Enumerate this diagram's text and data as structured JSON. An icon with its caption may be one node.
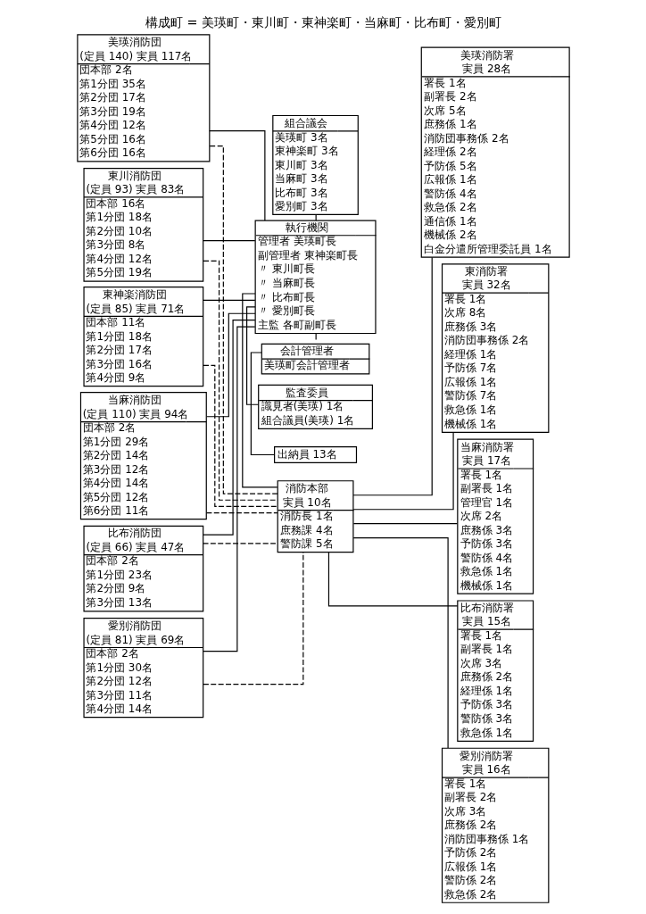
{
  "diagram": {
    "title": "構成町 = 美瑛町・東川町・東神楽町・当麻町・比布町・愛別町",
    "nodes": [
      {
        "text": [
          "組合議会",
          "美瑛町 3名",
          "東神楽町 3名",
          "東川町 3名",
          "当麻町 3名",
          "比布町 3名",
          "愛別町 3名"
        ]
      },
      {
        "text": [
          "執行機関",
          "管理者 美瑛町長",
          "副管理者 東神楽町長",
          "〃 東川町長",
          "〃 当麻町長",
          "〃 比布町長",
          "〃 愛別町長",
          "主監 各町副町長"
        ]
      },
      {
        "text": [
          "監査委員",
          "識見者(美瑛) 1名",
          "組合議員(美瑛) 1名"
        ]
      },
      {
        "text": [
          "会計管理者",
          "美瑛町会計管理者"
        ]
      },
      {
        "text": [
          "出納員 13名"
        ]
      },
      {
        "text": [
          "消防本部",
          "実員 10名",
          "消防長 1名",
          "庶務課 4名",
          "警防課 5名"
        ]
      },
      {
        "text": [
          "美瑛消防団",
          "(定員 140) 実員 117名",
          "団本部 2名",
          "第1分団 35名",
          "第2分団 17名",
          "第3分団 19名",
          "第4分団 12名",
          "第5分団 16名",
          "第6分団 16名"
        ]
      },
      {
        "text": [
          "東川消防団",
          "(定員 93) 実員 83名",
          "団本部 16名",
          "第1分団 18名",
          "第2分団 10名",
          "第3分団 8名",
          "第4分団 12名",
          "第5分団 19名"
        ]
      },
      {
        "text": [
          "東神楽消防団",
          "(定員 85) 実員 71名",
          "団本部 11名",
          "第1分団 18名",
          "第2分団 17名",
          "第3分団 16名",
          "第4分団 9名"
        ]
      },
      {
        "text": [
          "当麻消防団",
          "(定員 110) 実員 94名",
          "団本部 2名",
          "第1分団 29名",
          "第2分団 14名",
          "第3分団 12名",
          "第4分団 14名",
          "第5分団 12名",
          "第6分団 11名"
        ]
      },
      {
        "text": [
          "比布消防団",
          "(定員 66) 実員 47名",
          "団本部 2名",
          "第1分団 23名",
          "第2分団 9名",
          "第3分団 13名"
        ]
      },
      {
        "text": [
          "愛別消防団",
          "(定員 81) 実員 69名",
          "団本部 2名",
          "第1分団 30名",
          "第2分団 12名",
          "第3分団 11名",
          "第4分団 14名"
        ]
      },
      {
        "text": [
          "美瑛消防署",
          "実員 28名",
          "署長 1名",
          "副署長 2名",
          "次席 5名",
          "庶務係 1名",
          "消防団事務係 2名",
          "経理係 2名",
          "予防係 5名",
          "広報係 1名",
          "警防係 4名",
          "救急係 2名",
          "通信係 1名",
          "機械係 2名",
          "白金分遣所管理委託員 1名"
        ]
      },
      {
        "text": [
          "東消防署",
          "実員 32名",
          "署長 1名",
          "次席 8名",
          "庶務係 3名",
          "消防団事務係 2名",
          "経理係 1名",
          "予防係 7名",
          "広報係 1名",
          "警防係 7名",
          "救急係 1名",
          "機械係 1名"
        ]
      },
      {
        "text": [
          "当麻消防署",
          "実員 17名",
          "署長 1名",
          "副署長 1名",
          "管理官 1名",
          "次席 2名",
          "庶務係 3名",
          "予防係 3名",
          "警防係 4名",
          "救急係 1名",
          "機械係 1名"
        ]
      },
      {
        "text": [
          "比布消防署",
          "実員 15名",
          "署長 1名",
          "副署長 1名",
          "次席 3名",
          "庶務係 2名",
          "経理係 1名",
          "予防係 3名",
          "警防係 3名",
          "救急係 1名"
        ]
      },
      {
        "text": [
          "愛別消防署",
          "実員 16名",
          "署長 1名",
          "副署長 2名",
          "次席 3名",
          "庶務係 2名",
          "消防団事務係 1名",
          "予防係 2名",
          "広報係 1名",
          "警防係 2名",
          "救急係 2名"
        ]
      }
    ],
    "edges": [
      {
        "from": 0,
        "to": 1,
        "arrow": "none"
      },
      {
        "from": 1,
        "to": 2,
        "arrow": "none"
      },
      {
        "from": 1,
        "to": 3,
        "arrow": "none"
      },
      {
        "from": 3,
        "to": 4,
        "arrow": "none"
      },
      {
        "from": 1,
        "to": 5,
        "arrow": "none"
      },
      {
        "from": 6,
        "to": 1,
        "arrow": "none"
      },
      {
        "from": 7,
        "to": 1,
        "arrow": "none"
      },
      {
        "from": 8,
        "to": 1,
        "arrow": "none"
      },
      {
        "from": 9,
        "to": 1,
        "arrow": "none"
      },
      {
        "from": 10,
        "to": 1,
        "arrow": "none"
      },
      {
        "from": 11,
        "to": 1,
        "arrow": "none"
      },
      {
        "from": 6,
        "to": 5,
        "arrow": "none",
        "style": "dashed"
      },
      {
        "from": 7,
        "to": 5,
        "arrow": "none",
        "style": "dashed"
      },
      {
        "from": 8,
        "to": 5,
        "arrow": "none",
        "style": "dashed"
      },
      {
        "from": 9,
        "to": 5,
        "arrow": "none",
        "style": "dashed"
      },
      {
        "from": 10,
        "to": 5,
        "arrow": "none",
        "style": "dashed"
      },
      {
        "from": 11,
        "to": 5,
        "arrow": "none",
        "style": "dashed"
      },
      {
        "from": 5,
        "to": 12,
        "arrow": "none"
      },
      {
        "from": 5,
        "to": 13,
        "arrow": "none"
      },
      {
        "from": 5,
        "to": 14,
        "arrow": "none"
      },
      {
        "from": 5,
        "to": 15,
        "arrow": "none"
      },
      {
        "from": 5,
        "to": 16,
        "arrow": "none"
      }
    ]
  }
}
